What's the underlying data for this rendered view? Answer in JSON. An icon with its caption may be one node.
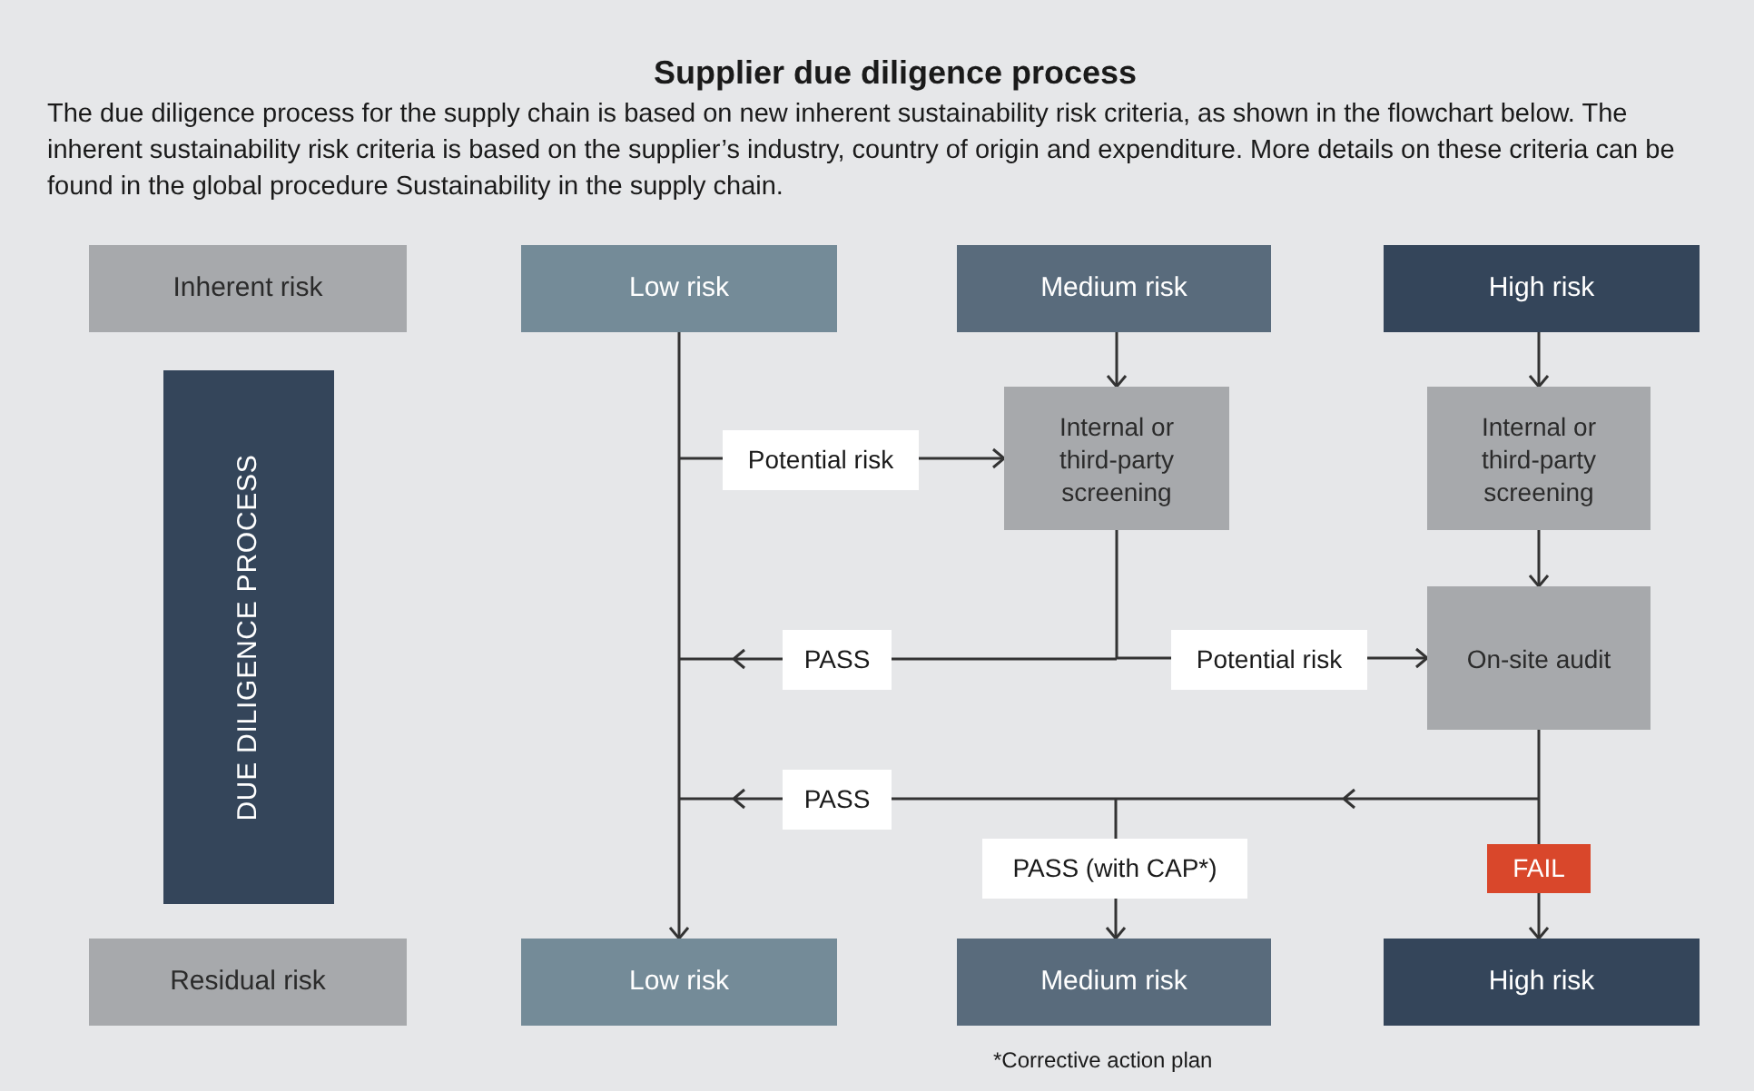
{
  "diagram": {
    "title": "Supplier due diligence process",
    "nodes": [
      {
        "text": [
          "Inherent risk"
        ]
      },
      {
        "text": [
          "Low risk"
        ]
      },
      {
        "text": [
          "Medium risk"
        ]
      },
      {
        "text": [
          "High risk"
        ]
      },
      {
        "text": [
          "DUE DILIGENCE PROCESS"
        ]
      },
      {
        "text": [
          "Internal or third-party screening"
        ]
      },
      {
        "text": [
          "Internal or third-party screening"
        ]
      },
      {
        "text": [
          "On-site audit"
        ]
      },
      {
        "text": [
          "Residual risk"
        ]
      },
      {
        "text": [
          "Low risk"
        ]
      },
      {
        "text": [
          "Medium risk"
        ]
      },
      {
        "text": [
          "High risk"
        ]
      },
      {
        "text": [
          "FAIL"
        ]
      }
    ],
    "edges": [
      {
        "from": 1,
        "to": 9,
        "arrow": "to"
      },
      {
        "from": 1,
        "to": 5,
        "arrow": "to",
        "label": "Potential risk"
      },
      {
        "from": 2,
        "to": 5,
        "arrow": "to"
      },
      {
        "from": 3,
        "to": 6,
        "arrow": "to"
      },
      {
        "from": 6,
        "to": 7,
        "arrow": "to"
      },
      {
        "from": 5,
        "to": 9,
        "arrow": "to",
        "label": "PASS"
      },
      {
        "from": 5,
        "to": 7,
        "arrow": "to",
        "label": "Potential risk"
      },
      {
        "from": 7,
        "to": 9,
        "arrow": "to",
        "label": "PASS"
      },
      {
        "from": 7,
        "to": 10,
        "arrow": "to",
        "label": "PASS (with CAP*)"
      },
      {
        "from": 7,
        "to": 12,
        "arrow": "none"
      },
      {
        "from": 12,
        "to": 11,
        "arrow": "to"
      }
    ],
    "labels": [
      "The due diligence process for the supply chain is based on new inherent sustainability risk criteria, as shown in the flowchart below. The inherent sustainability risk criteria is based on the supplier’s industry, country of origin and expenditure. More details on these criteria can be found in the global procedure Sustainability in the supply chain.",
      "*Corrective action plan"
    ]
  }
}
